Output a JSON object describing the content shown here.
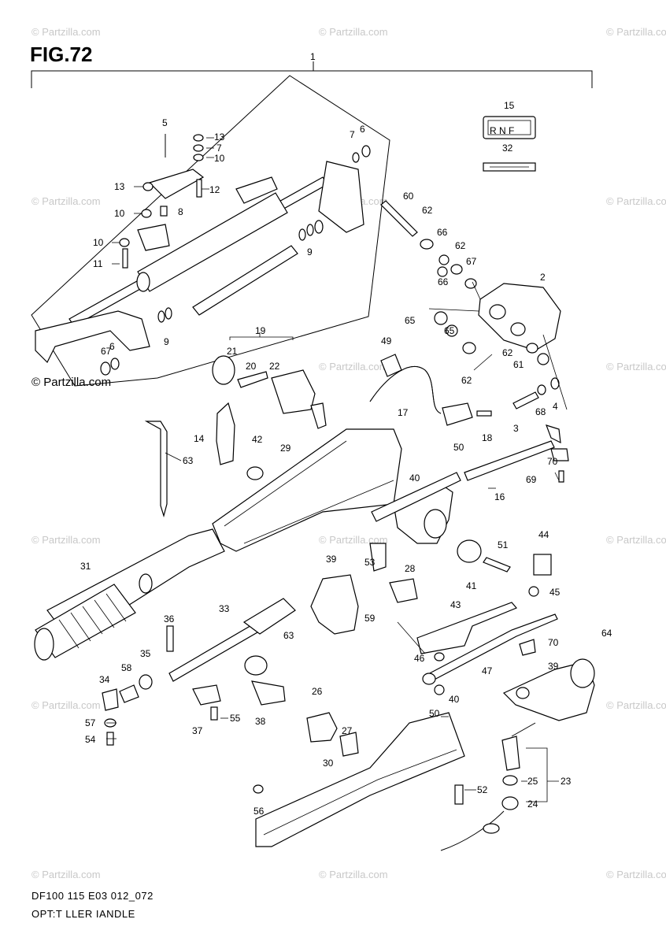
{
  "figure": {
    "title": "FIG.72"
  },
  "footer": {
    "code": "DF100 115 E03 012_072",
    "name": "OPT:T LLER  IANDLE"
  },
  "watermark": {
    "text": "© Partzilla.com",
    "faint": "© Partzilla.com"
  },
  "callouts": [
    {
      "id": "c1",
      "text": "1"
    },
    {
      "id": "c5",
      "text": "5"
    },
    {
      "id": "c13a",
      "text": "13"
    },
    {
      "id": "c7a",
      "text": "7"
    },
    {
      "id": "c10a",
      "text": "10"
    },
    {
      "id": "c7b",
      "text": "7"
    },
    {
      "id": "c6a",
      "text": "6"
    },
    {
      "id": "c13b",
      "text": "13"
    },
    {
      "id": "c12",
      "text": "12"
    },
    {
      "id": "c10b",
      "text": "10"
    },
    {
      "id": "c8",
      "text": "8"
    },
    {
      "id": "c10c",
      "text": "10"
    },
    {
      "id": "c9a",
      "text": "9"
    },
    {
      "id": "c11",
      "text": "11"
    },
    {
      "id": "c9b",
      "text": "9"
    },
    {
      "id": "c67a",
      "text": "67"
    },
    {
      "id": "c6b",
      "text": "6"
    },
    {
      "id": "c15",
      "text": "15"
    },
    {
      "id": "c32",
      "text": "32"
    },
    {
      "id": "c60",
      "text": "60"
    },
    {
      "id": "c62a",
      "text": "62"
    },
    {
      "id": "c66a",
      "text": "66"
    },
    {
      "id": "c62b",
      "text": "62"
    },
    {
      "id": "c66b",
      "text": "66"
    },
    {
      "id": "c67b",
      "text": "67"
    },
    {
      "id": "c2",
      "text": "2"
    },
    {
      "id": "c65a",
      "text": "65"
    },
    {
      "id": "c65b",
      "text": "65"
    },
    {
      "id": "c62c",
      "text": "62"
    },
    {
      "id": "c62d",
      "text": "62"
    },
    {
      "id": "c61",
      "text": "61"
    },
    {
      "id": "c19",
      "text": "19"
    },
    {
      "id": "c21",
      "text": "21"
    },
    {
      "id": "c20",
      "text": "20"
    },
    {
      "id": "c22",
      "text": "22"
    },
    {
      "id": "c49",
      "text": "49"
    },
    {
      "id": "c17",
      "text": "17"
    },
    {
      "id": "c18",
      "text": "18"
    },
    {
      "id": "c3",
      "text": "3"
    },
    {
      "id": "c68",
      "text": "68"
    },
    {
      "id": "c4",
      "text": "4"
    },
    {
      "id": "c14",
      "text": "14"
    },
    {
      "id": "c42",
      "text": "42"
    },
    {
      "id": "c29",
      "text": "29"
    },
    {
      "id": "c63a",
      "text": "63"
    },
    {
      "id": "c50a",
      "text": "50"
    },
    {
      "id": "c70a",
      "text": "70"
    },
    {
      "id": "c69",
      "text": "69"
    },
    {
      "id": "c40a",
      "text": "40"
    },
    {
      "id": "c16",
      "text": "16"
    },
    {
      "id": "c44",
      "text": "44"
    },
    {
      "id": "c51",
      "text": "51"
    },
    {
      "id": "c31",
      "text": "31"
    },
    {
      "id": "c39a",
      "text": "39"
    },
    {
      "id": "c53",
      "text": "53"
    },
    {
      "id": "c28",
      "text": "28"
    },
    {
      "id": "c41",
      "text": "41"
    },
    {
      "id": "c45",
      "text": "45"
    },
    {
      "id": "c36",
      "text": "36"
    },
    {
      "id": "c33",
      "text": "33"
    },
    {
      "id": "c63b",
      "text": "63"
    },
    {
      "id": "c59",
      "text": "59"
    },
    {
      "id": "c43",
      "text": "43"
    },
    {
      "id": "c46",
      "text": "46"
    },
    {
      "id": "c64",
      "text": "64"
    },
    {
      "id": "c70b",
      "text": "70"
    },
    {
      "id": "c39b",
      "text": "39"
    },
    {
      "id": "c47",
      "text": "47"
    },
    {
      "id": "c35",
      "text": "35"
    },
    {
      "id": "c58",
      "text": "58"
    },
    {
      "id": "c34",
      "text": "34"
    },
    {
      "id": "c40b",
      "text": "40"
    },
    {
      "id": "c50b",
      "text": "50"
    },
    {
      "id": "c57",
      "text": "57"
    },
    {
      "id": "c54",
      "text": "54"
    },
    {
      "id": "c37",
      "text": "37"
    },
    {
      "id": "c55",
      "text": "55"
    },
    {
      "id": "c38",
      "text": "38"
    },
    {
      "id": "c26",
      "text": "26"
    },
    {
      "id": "c27",
      "text": "27"
    },
    {
      "id": "c30",
      "text": "30"
    },
    {
      "id": "c52",
      "text": "52"
    },
    {
      "id": "c25",
      "text": "25"
    },
    {
      "id": "c23",
      "text": "23"
    },
    {
      "id": "c24",
      "text": "24"
    },
    {
      "id": "c56",
      "text": "56"
    }
  ]
}
